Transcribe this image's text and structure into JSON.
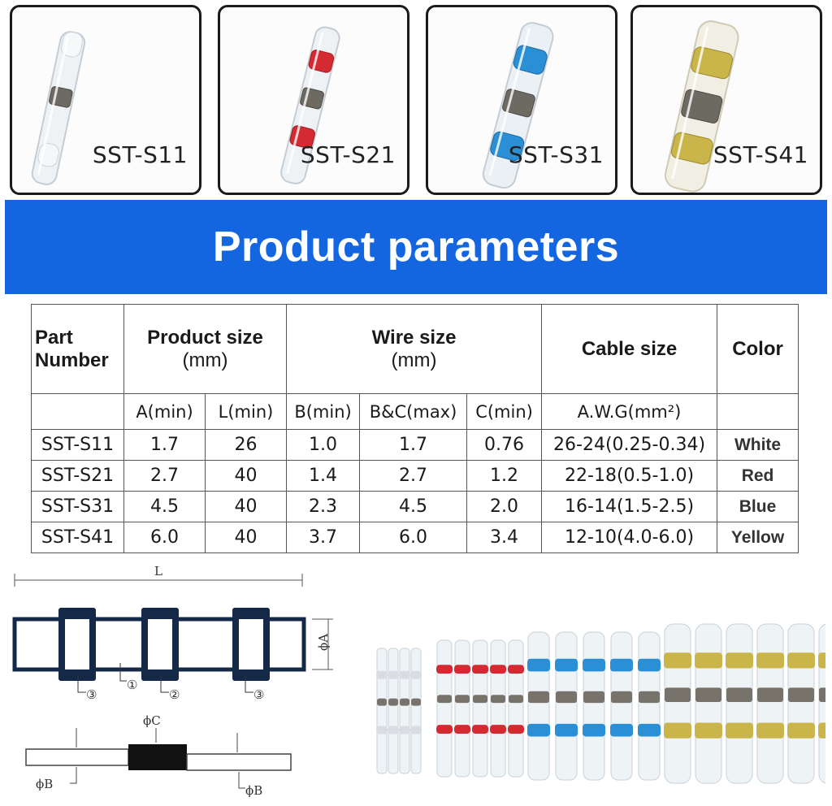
{
  "products": [
    {
      "name": "SST-S11",
      "color_name": "White",
      "band": "#d9dde2"
    },
    {
      "name": "SST-S21",
      "color_name": "Red",
      "band": "#d42b33"
    },
    {
      "name": "SST-S31",
      "color_name": "Blue",
      "band": "#2b8fd6"
    },
    {
      "name": "SST-S41",
      "color_name": "Yellow",
      "band": "#c9b54a"
    }
  ],
  "banner": {
    "title": "Product parameters",
    "color": "#1466e0"
  },
  "table": {
    "headers": {
      "part_number": "Part Number",
      "product_size": "Product size",
      "product_size_unit": "(mm)",
      "wire_size": "Wire size",
      "wire_size_unit": "(mm)",
      "cable_size": "Cable size",
      "color": "Color"
    },
    "subheaders": [
      "A(min)",
      "L(min)",
      "B(min)",
      "B&C(max)",
      "C(min)",
      "A.W.G(mm²)"
    ],
    "rows": [
      [
        "SST-S11",
        "1.7",
        "26",
        "1.0",
        "1.7",
        "0.76",
        "26-24(0.25-0.34)",
        "White"
      ],
      [
        "SST-S21",
        "2.7",
        "40",
        "1.4",
        "2.7",
        "1.2",
        "22-18(0.5-1.0)",
        "Red"
      ],
      [
        "SST-S31",
        "4.5",
        "40",
        "2.3",
        "4.5",
        "2.0",
        "16-14(1.5-2.5)",
        "Blue"
      ],
      [
        "SST-S41",
        "6.0",
        "40",
        "3.7",
        "6.0",
        "3.4",
        "12-10(4.0-6.0)",
        "Yellow"
      ]
    ]
  },
  "diagram": {
    "length_label": "L",
    "diameter_a": "ϕA",
    "diameter_b": "ϕB",
    "diameter_c": "ϕC",
    "callouts": [
      "③",
      "①",
      "②",
      "③"
    ]
  }
}
